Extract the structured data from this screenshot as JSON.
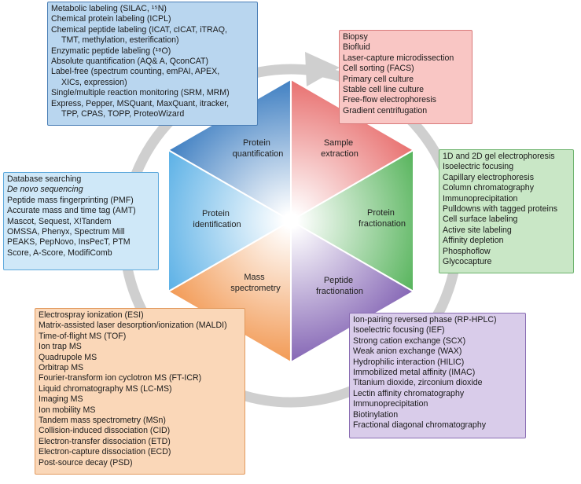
{
  "segments": [
    {
      "key": "quant",
      "lines": [
        "Protein",
        "quantification"
      ],
      "fill": "#5b94cf"
    },
    {
      "key": "sample",
      "lines": [
        "Sample",
        "extraction"
      ],
      "fill": "#ee8c8c"
    },
    {
      "key": "pfrac",
      "lines": [
        "Protein",
        "fractionation"
      ],
      "fill": "#78c47c"
    },
    {
      "key": "pepfrac",
      "lines": [
        "Peptide",
        "fractionation"
      ],
      "fill": "#9b80c0"
    },
    {
      "key": "mass",
      "lines": [
        "Mass",
        "spectrometry"
      ],
      "fill": "#f5b37e"
    },
    {
      "key": "ident",
      "lines": [
        "Protein",
        "identification"
      ],
      "fill": "#7fc0ea"
    }
  ],
  "boxes": {
    "quantification": {
      "bg": "#b9d6ef",
      "border": "#4a7eb5",
      "items": [
        "Metabolic labeling (SILAC, ¹⁵N)",
        "Chemical protein labeling (ICPL)",
        "Chemical peptide labeling (ICAT, cICAT, iTRAQ,",
        "TMT, methylation, esterification)",
        "Enzymatic peptide labeling (¹⁸O)",
        "Absolute quantification (AQ& A, QconCAT)",
        "Label-free (spectrum counting, emPAI, APEX,",
        "XICs, expression)",
        "Single/multiple reaction monitoring (SRM, MRM)",
        "Express, Pepper, MSQuant, MaxQuant, itracker,",
        "TPP, CPAS, TOPP, ProteoWizard"
      ]
    },
    "sample": {
      "bg": "#f9c6c4",
      "border": "#d97a7a",
      "items": [
        "Biopsy",
        "Biofluid",
        "Laser-capture microdissection",
        "Cell sorting (FACS)",
        "Primary cell culture",
        "Stable cell line culture",
        "Free-flow electrophoresis",
        "Gradient centrifugation"
      ]
    },
    "protein_fractionation": {
      "bg": "#c9e7c6",
      "border": "#6cb36c",
      "items": [
        "1D and 2D gel electrophoresis",
        "Isoelectric focusing",
        "Capillary electrophoresis",
        "Column chromatography",
        "Immunoprecipitation",
        "Pulldowns with tagged proteins",
        "Cell surface labeling",
        "Active site labeling",
        "Affinity depletion",
        "Phosphoflow",
        "Glycocapture"
      ]
    },
    "peptide_fractionation": {
      "bg": "#d9ccea",
      "border": "#8a6db3",
      "items": [
        "Ion-pairing reversed phase (RP-HPLC)",
        "Isoelectric focusing (IEF)",
        "Strong cation exchange (SCX)",
        "Weak anion exchange (WAX)",
        "Hydrophilic interaction (HILIC)",
        "Immobilized metal affinity (IMAC)",
        "Titanium dioxide, zirconium dioxide",
        "Lectin affinity chromatography",
        "Immunoprecipitation",
        "Biotinylation",
        "Fractional diagonal chromatography"
      ]
    },
    "mass_spectrometry": {
      "bg": "#fad7b8",
      "border": "#e29a5e",
      "items": [
        "Electrospray ionization (ESI)",
        "Matrix-assisted laser desorption/ionization (MALDI)",
        "Time-of-flight MS (TOF)",
        "Ion trap MS",
        "Quadrupole MS",
        "Orbitrap MS",
        "Fourier-transform ion cyclotron MS (FT-ICR)",
        "Liquid chromatography MS (LC-MS)",
        "Imaging MS",
        "Ion mobility MS",
        "Tandem mass spectrometry (MSn)",
        "Collision-induced dissociation (CID)",
        "Electron-transfer dissociation (ETD)",
        "Electron-capture dissociation (ECD)",
        "Post-source decay (PSD)"
      ]
    },
    "identification": {
      "bg": "#cfe8f8",
      "border": "#5ea9dc",
      "items": [
        "Database searching",
        "De novo sequencing",
        "Peptide mass fingerprinting (PMF)",
        "Accurate mass and time tag (AMT)",
        "Mascot, Sequest, X!Tandem",
        "OMSSA, Phenyx,  Spectrum Mill",
        "PEAKS, PepNovo, InsPecT, PTM",
        "Score, A-Score, ModifiComb"
      ]
    }
  }
}
